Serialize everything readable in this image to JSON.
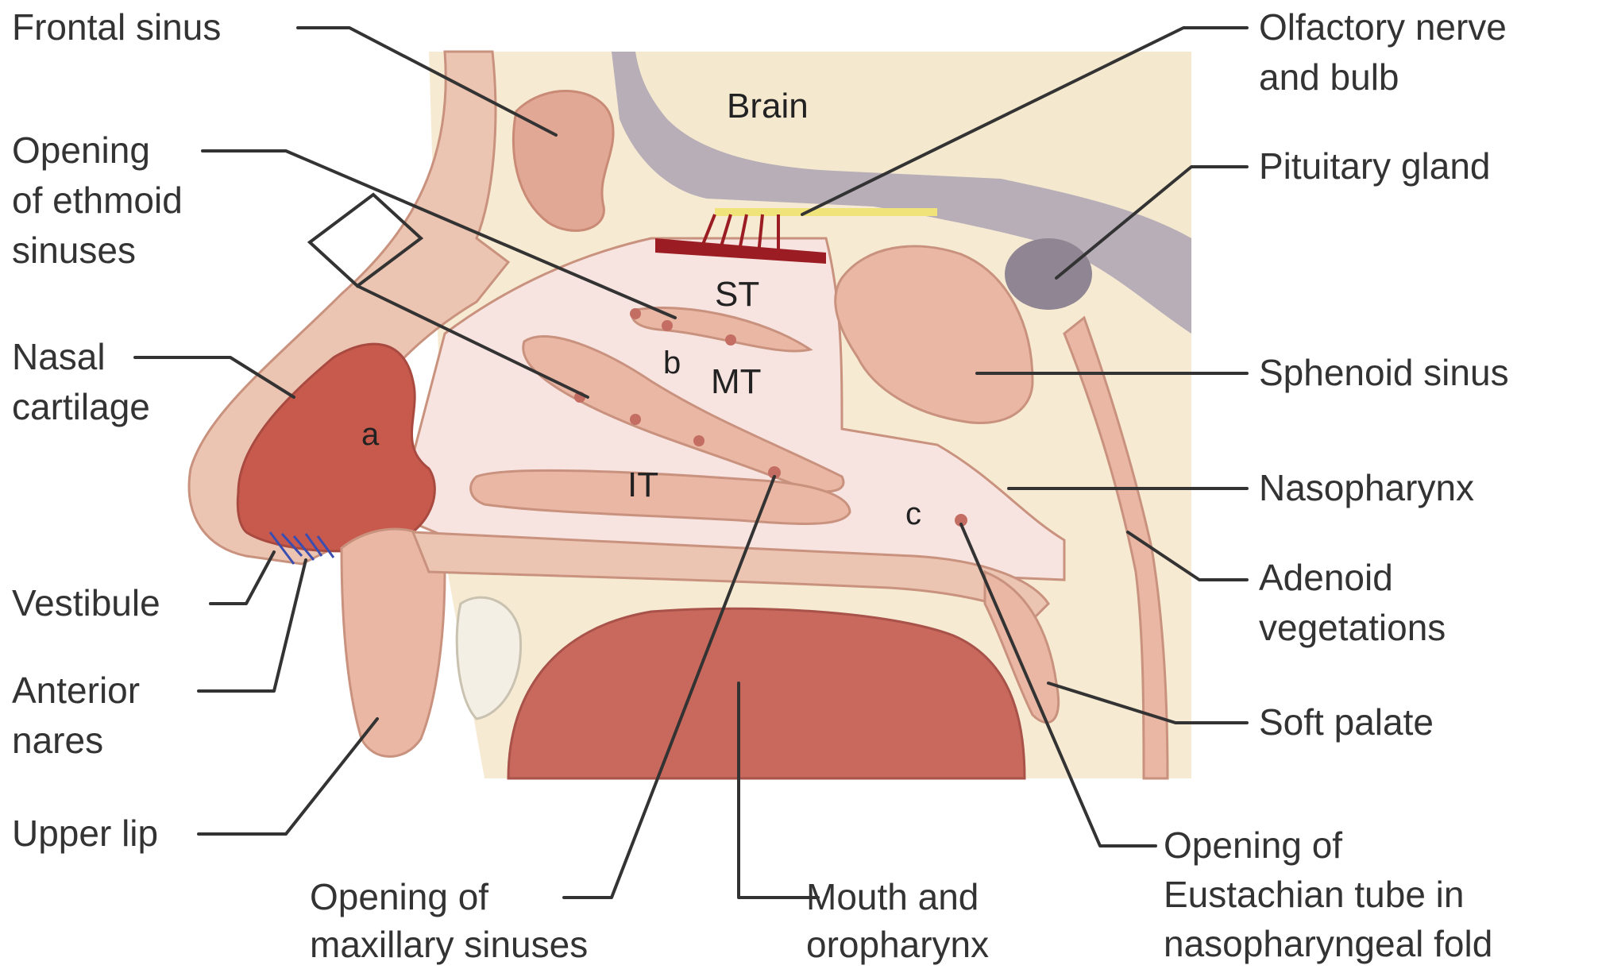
{
  "labels": {
    "frontal_sinus": "Frontal sinus",
    "opening_ethmoid": [
      "Opening",
      "of ethmoid",
      "sinuses"
    ],
    "nasal_cartilage": [
      "Nasal",
      "cartilage"
    ],
    "vestibule": "Vestibule",
    "anterior_nares": [
      "Anterior",
      "nares"
    ],
    "upper_lip": "Upper lip",
    "opening_maxillary": [
      "Opening of",
      "maxillary sinuses"
    ],
    "mouth_oropharynx": [
      "Mouth and",
      "oropharynx"
    ],
    "opening_eustachian": [
      "Opening of",
      "Eustachian tube in",
      "nasopharyngeal fold"
    ],
    "olfactory": [
      "Olfactory nerve",
      "and bulb"
    ],
    "pituitary": "Pituitary gland",
    "sphenoid": "Sphenoid sinus",
    "nasopharynx": "Nasopharynx",
    "adenoid": [
      "Adenoid",
      "vegetations"
    ],
    "soft_palate": "Soft palate"
  },
  "inner_labels": {
    "brain": "Brain",
    "superior_turbinate": "ST",
    "middle_turbinate": "MT",
    "inferior_turbinate": "IT",
    "marker_a": "a",
    "marker_b": "b",
    "marker_c": "c"
  },
  "colors": {
    "background_tissue": "#f6ead2",
    "soft_tissue": "#e9b7a4",
    "mucosa": "#f7e3e0",
    "cavity_dark": "#d9776b",
    "brain_grey": "#a69ca8",
    "nerve_yellow": "#f0e37a",
    "bulb_red": "#9b1c22",
    "leader_line": "#333333"
  }
}
